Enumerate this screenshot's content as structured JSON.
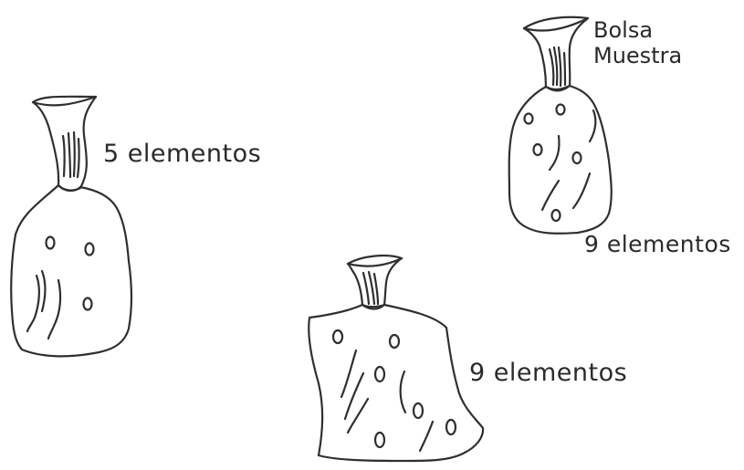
{
  "labels": {
    "left_bag": "5 elementos",
    "top_right_bag": "9 elementos",
    "bottom_bag": "9 elementos"
  },
  "sample_bag_label": {
    "line1": "Bolsa",
    "line2": "Muestra"
  },
  "colors": {
    "ink": "#2f2f2f",
    "background": "#ffffff"
  }
}
